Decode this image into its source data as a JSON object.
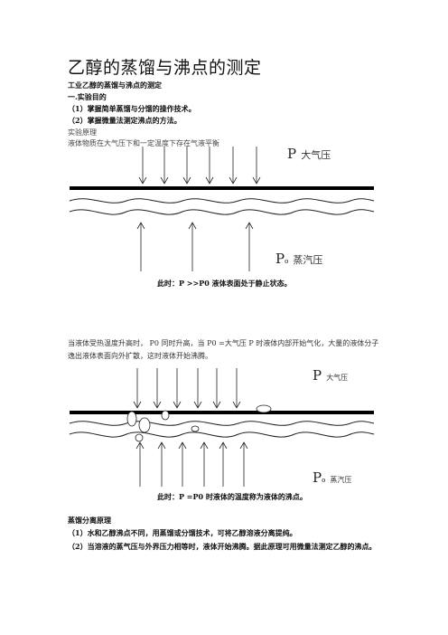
{
  "doc": {
    "title": "乙醇的蒸馏与沸点的测定",
    "subtitle": "工业乙醇的蒸馏与沸点的测定",
    "section1": "一.实验目的",
    "aims": [
      "（1）掌握简单蒸馏与分馏的操作技术。",
      "（2）掌握微量法测定沸点的方法。"
    ],
    "principle_heading": "实验原理",
    "principle_line": "液体物质在大气压下和一定温度下存在气液平衡"
  },
  "fig1": {
    "p_symbol": "P",
    "p_label": "大气压",
    "p0_symbol": "P",
    "p0_sub": "o",
    "p0_label": "蒸汽压",
    "caption": "此时：P >>P0  液体表面处于静止状态。"
  },
  "para2": "当液体受热温度升高时，  P0  同时升高，当 P0   =大气压 P 时液体内部开始气化，大量的液体分子逸出液体表面向外扩散，这时液体开始沸腾。",
  "fig2": {
    "p_symbol": "P",
    "p_label": "大气压",
    "p0_symbol": "P",
    "p0_sub": "o",
    "p0_label": "蒸汽压",
    "caption": "此时：P =P0  时液体的温度称为液体的沸点。"
  },
  "dist": {
    "heading": "蒸馏分离原理",
    "item1": "（1）水和乙醇沸点不同，用蒸馏或分馏技术，可将乙醇溶液分离提纯。",
    "item2": "（2）当溶液的蒸气压与外界压力相等时，液体开始沸腾。据此原理可用微量法测定乙醇的沸点。"
  }
}
